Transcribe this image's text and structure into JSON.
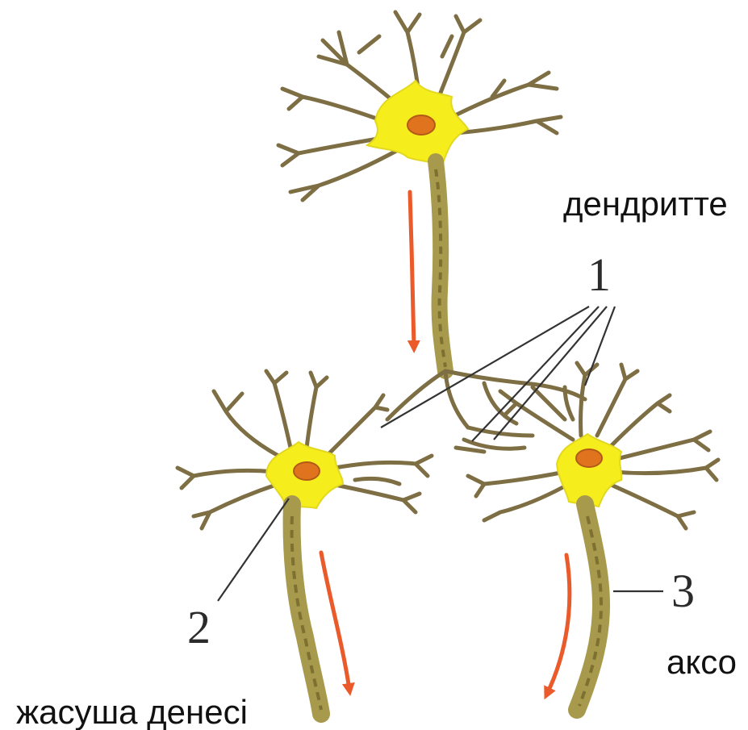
{
  "labels": {
    "dendrites": "дендритте",
    "axon": "аксо",
    "cell_body": "жасуша денесі"
  },
  "markers": {
    "one": "1",
    "two": "2",
    "three": "3"
  },
  "colors": {
    "soma": "#f6ee1c",
    "nucleus": "#e0731e",
    "dendrite": "#7e6e44",
    "axon": "#a89a4c",
    "arrow": "#ea5a2a",
    "leader": "#333333"
  }
}
